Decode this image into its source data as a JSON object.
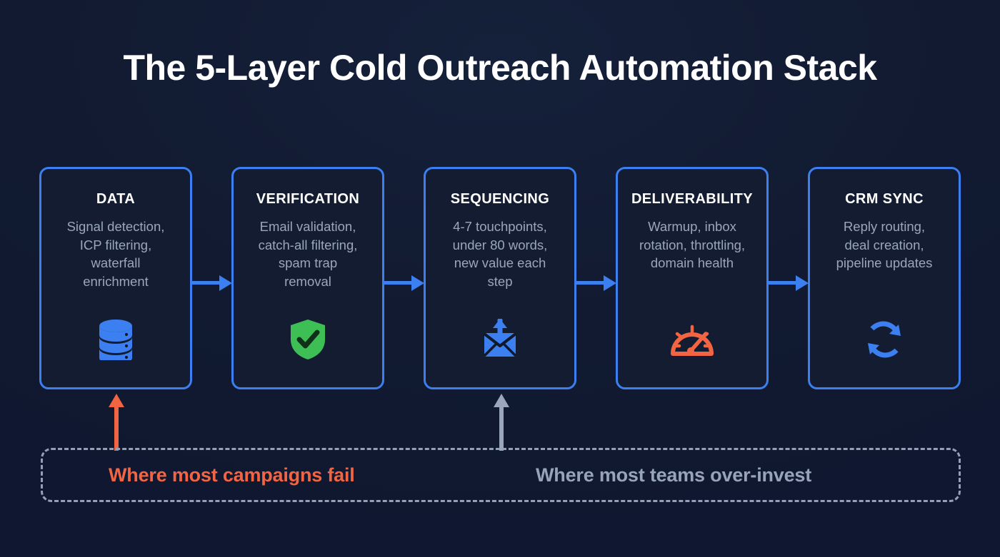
{
  "title": "The 5-Layer Cold Outreach Automation Stack",
  "colors": {
    "background": "#111a30",
    "card_fill": "#131c30",
    "card_border": "#3b7ff0",
    "accent_blue": "#3b7ff0",
    "accent_orange": "#f26442",
    "accent_green": "#3dbf55",
    "muted_gray": "#9aa6bd",
    "title_white": "#ffffff"
  },
  "cards": [
    {
      "title": "DATA",
      "description": "Signal detection,\nICP filtering,\nwaterfall\nenrichment",
      "icon": "database-icon",
      "icon_color": "#3b7ff0"
    },
    {
      "title": "VERIFICATION",
      "description": "Email validation,\ncatch-all filtering,\nspam trap\nremoval",
      "icon": "shield-check-icon",
      "icon_color": "#3dbf55"
    },
    {
      "title": "SEQUENCING",
      "description": "4-7 touchpoints,\nunder 80 words,\nnew value each\nstep",
      "icon": "envelope-send-icon",
      "icon_color": "#3b7ff0"
    },
    {
      "title": "DELIVERABILITY",
      "description": "Warmup, inbox\nrotation, throttling,\ndomain health",
      "icon": "gauge-icon",
      "icon_color": "#f26442"
    },
    {
      "title": "CRM SYNC",
      "description": "Reply routing,\ndeal creation,\npipeline updates",
      "icon": "sync-arrows-icon",
      "icon_color": "#3b7ff0"
    }
  ],
  "connectors": [
    {
      "name": "arrow-data-to-verification"
    },
    {
      "name": "arrow-verification-to-sequencing"
    },
    {
      "name": "arrow-sequencing-to-deliverability"
    },
    {
      "name": "arrow-deliverability-to-crm"
    }
  ],
  "callouts": [
    {
      "label": "Where most campaigns fail",
      "color": "#f26442",
      "points_to": "DATA"
    },
    {
      "label": "Where most teams over-invest",
      "color": "#97a3ba",
      "points_to": "SEQUENCING"
    }
  ]
}
